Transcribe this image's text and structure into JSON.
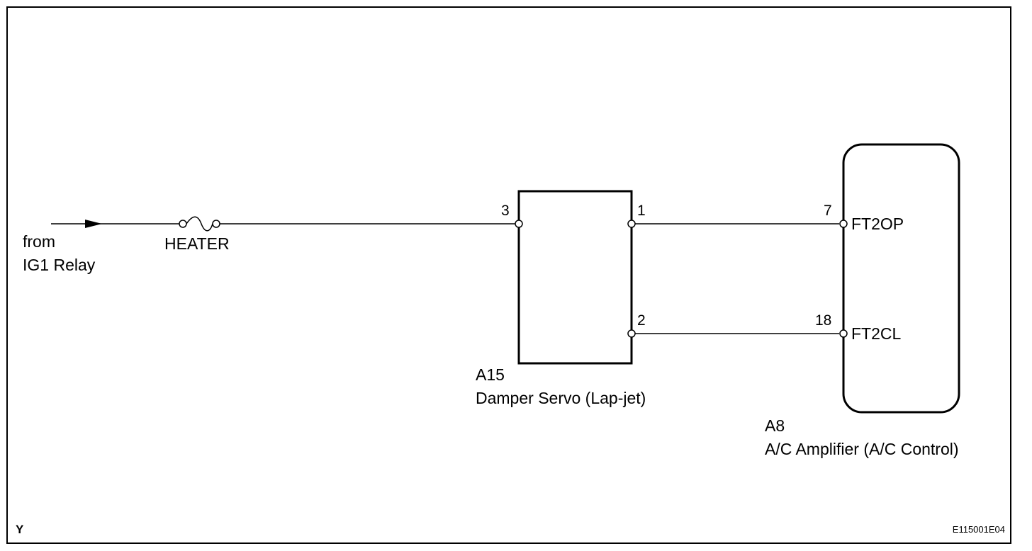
{
  "colors": {
    "line": "#000000",
    "background": "#ffffff"
  },
  "source": {
    "line1": "from",
    "line2": "IG1 Relay",
    "arrow_icon": "arrow-right-icon"
  },
  "fuse": {
    "label": "HEATER",
    "icon": "fuse-icon"
  },
  "damper_servo": {
    "code": "A15",
    "name": "Damper Servo (Lap-jet)",
    "pins": {
      "p3": "3",
      "p1": "1",
      "p2": "2"
    }
  },
  "amplifier": {
    "code": "A8",
    "name": "A/C Amplifier (A/C Control)",
    "pins": {
      "p7": "7",
      "p18": "18"
    },
    "terminals": {
      "t7": "FT2OP",
      "t18": "FT2CL"
    }
  },
  "footer": {
    "corner_mark": "Y",
    "figure_code": "E115001E04"
  }
}
